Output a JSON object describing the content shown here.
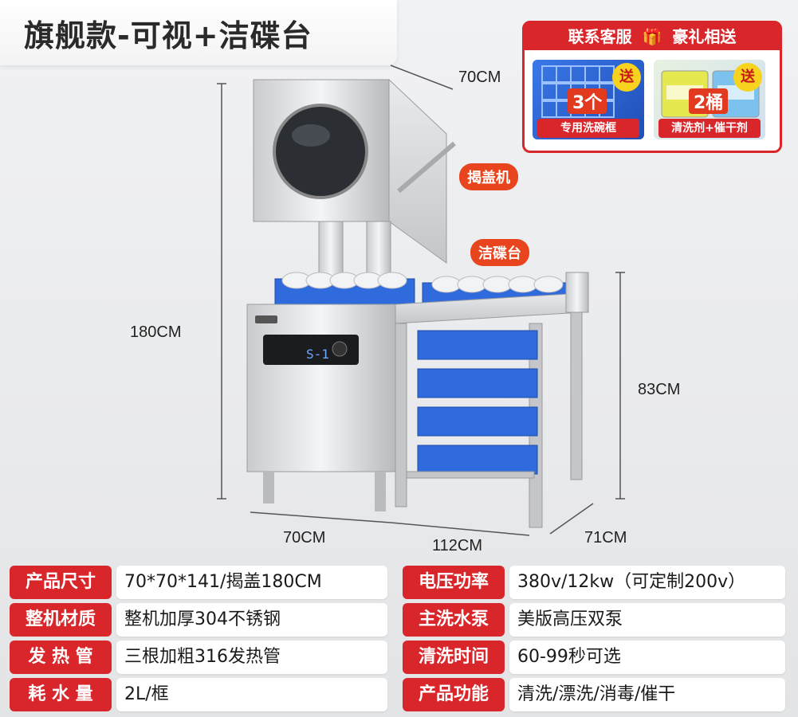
{
  "title": "旗舰款-可视+洁碟台",
  "promo": {
    "header": "联系客服",
    "header_icon": "gift-icon",
    "header_suffix": "豪礼相送",
    "gifts": [
      {
        "count": "3个",
        "badge": "送",
        "caption": "专用洗碗框"
      },
      {
        "count": "2桶",
        "badge": "送",
        "caption": "清洗剂+催干剂"
      }
    ]
  },
  "dimensions": {
    "top_depth": "70CM",
    "height_total": "180CM",
    "table_height": "83CM",
    "machine_width": "70CM",
    "total_width": "112CM",
    "table_depth": "71CM"
  },
  "labels": {
    "machine": "揭盖机",
    "table": "洁碟台",
    "panel_code": "S-1"
  },
  "specs": [
    {
      "label": "产品尺寸",
      "value": "70*70*141/揭盖180CM"
    },
    {
      "label": "电压功率",
      "value": "380v/12kw（可定制200v）"
    },
    {
      "label": "整机材质",
      "value": "整机加厚304不锈钢"
    },
    {
      "label": "主洗水泵",
      "value": "美版高压双泵"
    },
    {
      "label": "发 热 管",
      "value": "三根加粗316发热管"
    },
    {
      "label": "清洗时间",
      "value": "60-99秒可选"
    },
    {
      "label": "耗 水 量",
      "value": "2L/框"
    },
    {
      "label": "产品功能",
      "value": "清洗/漂洗/消毒/催干"
    }
  ],
  "colors": {
    "accent": "#d9262a",
    "tag": "#e8451e",
    "rack": "#2f6bdc"
  }
}
